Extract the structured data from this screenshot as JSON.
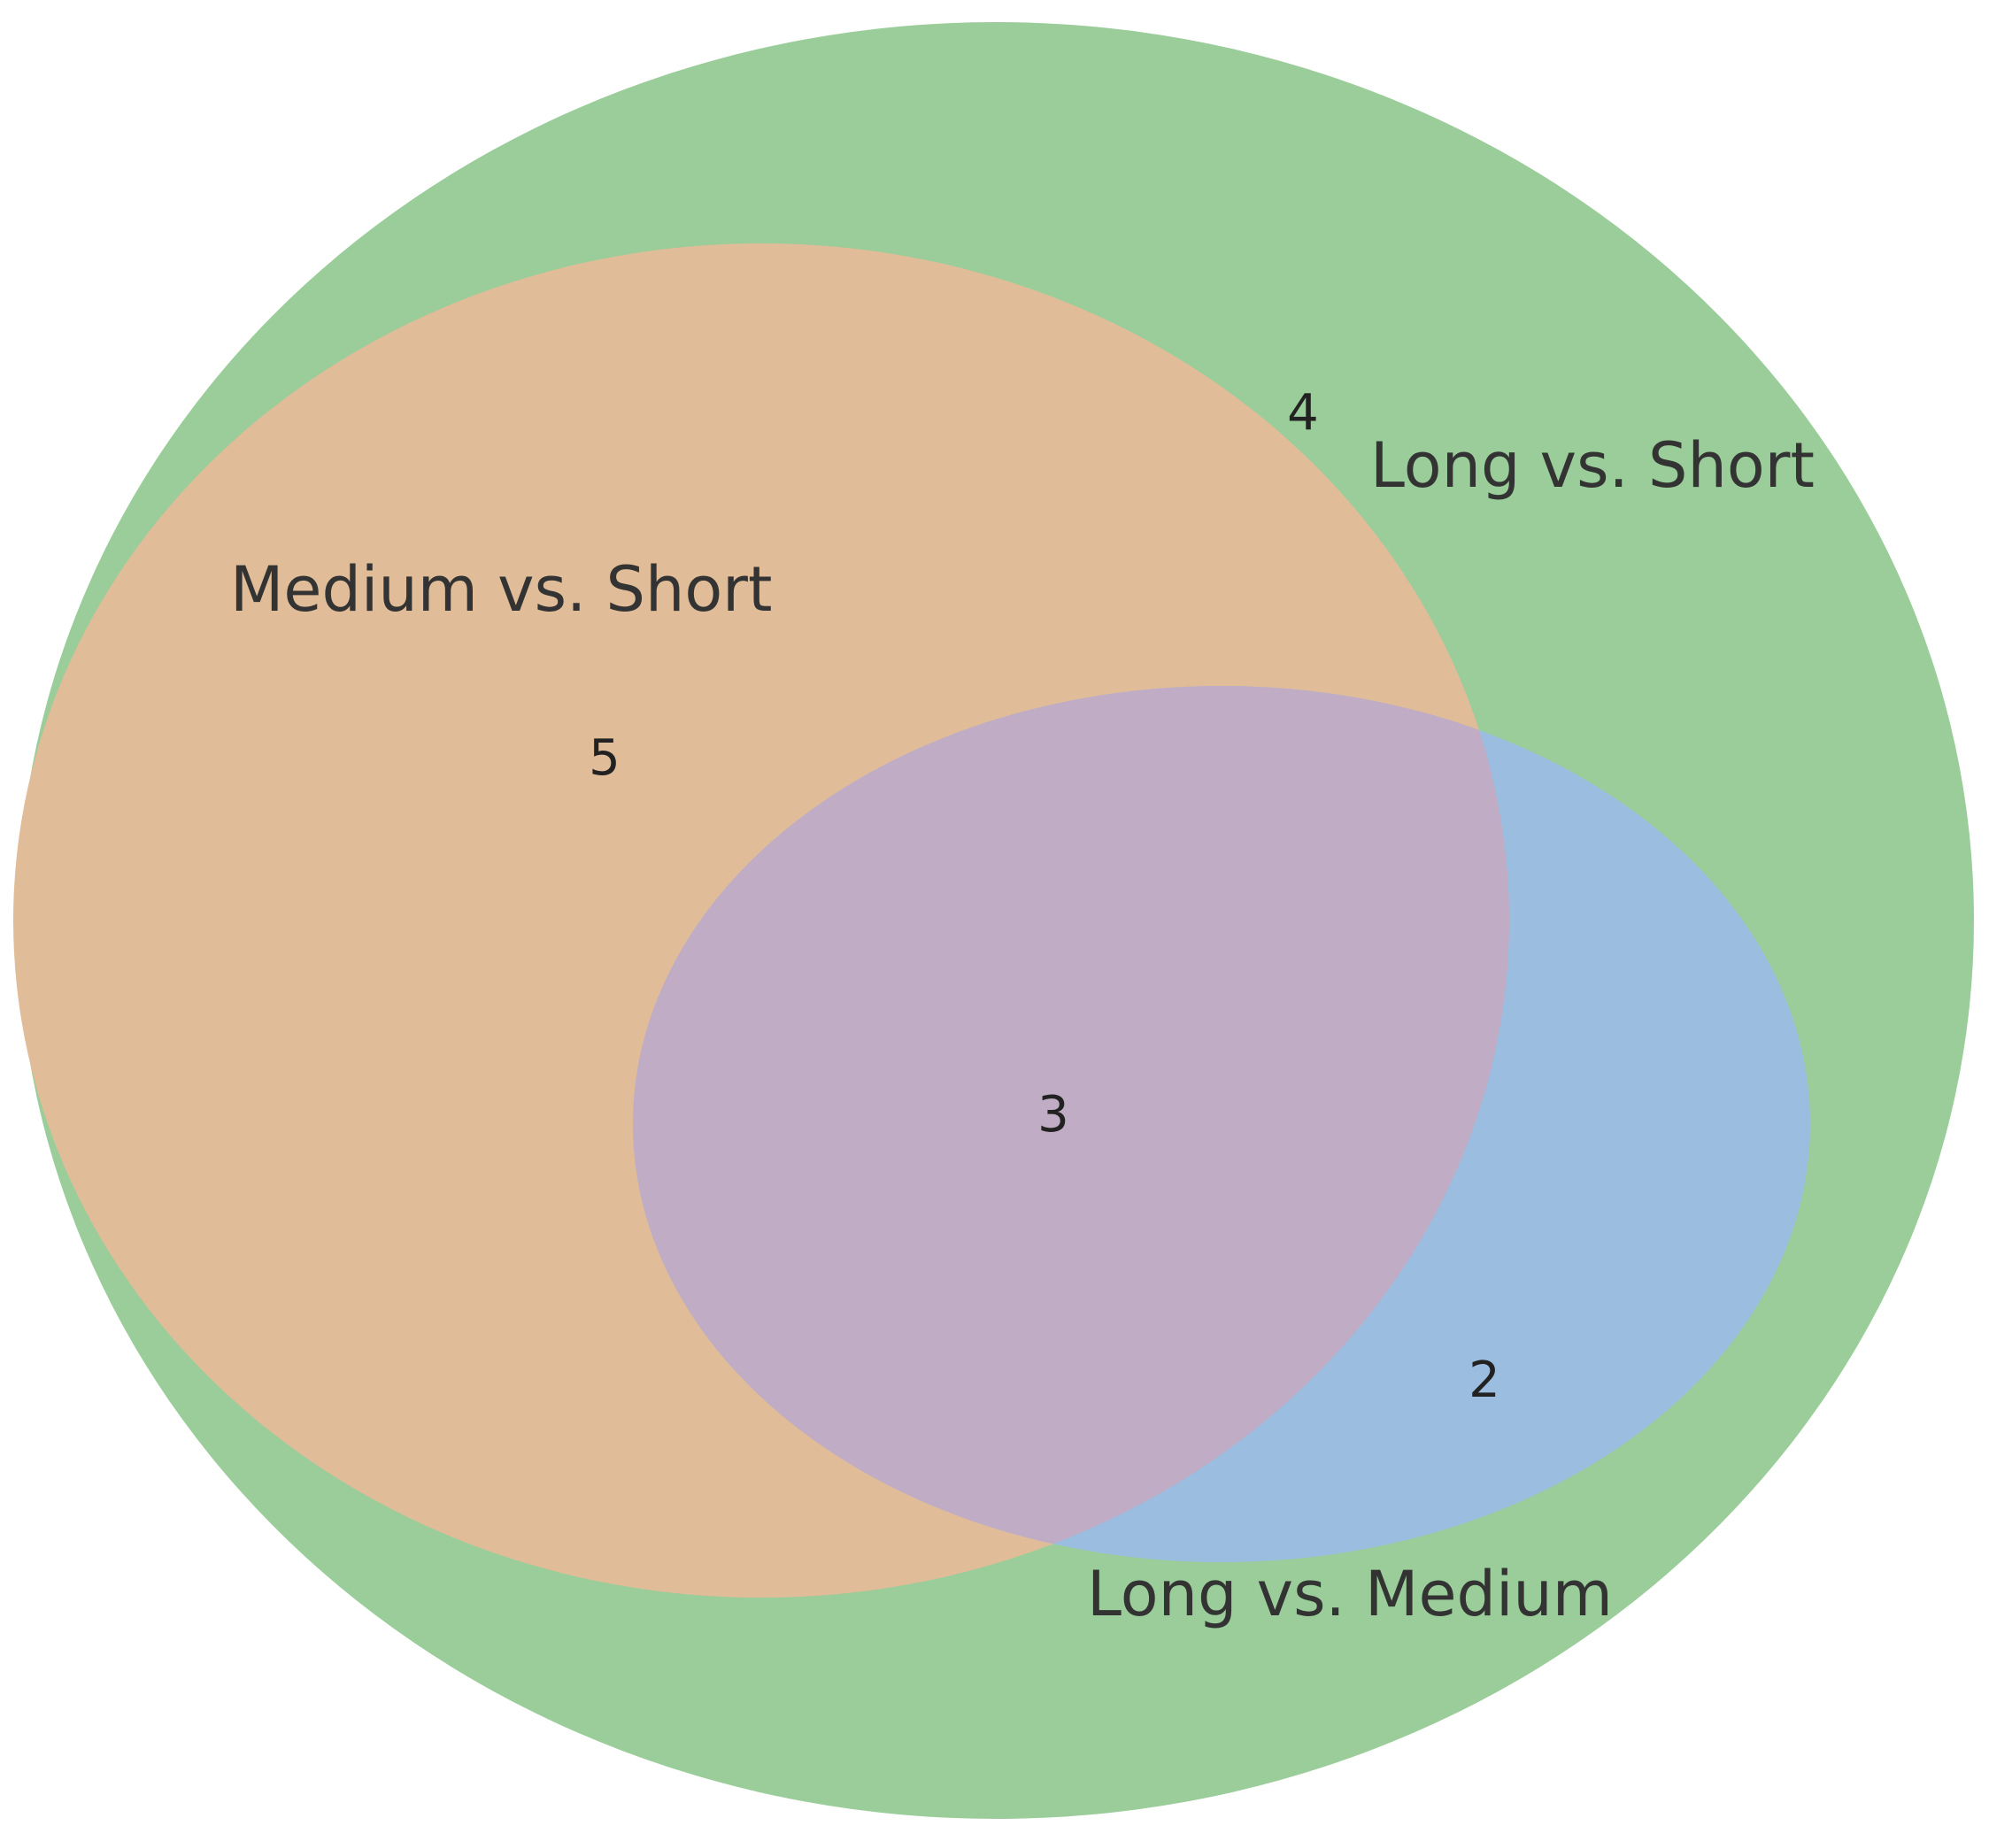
{
  "venn": {
    "sets": [
      {
        "id": "long_vs_short",
        "label": "Long vs. Short",
        "color": "#9ACD9A"
      },
      {
        "id": "medium_vs_short",
        "label": "Medium vs. Short",
        "color": "#E0BC98"
      },
      {
        "id": "long_vs_medium",
        "label": "Long vs. Medium",
        "color": "#9BBDE0"
      }
    ],
    "overlap_color": "#C0ACC4",
    "regions": [
      {
        "sets": [
          "long_vs_short"
        ],
        "count": "4"
      },
      {
        "sets": [
          "long_vs_short",
          "medium_vs_short"
        ],
        "count": "5"
      },
      {
        "sets": [
          "long_vs_short",
          "medium_vs_short",
          "long_vs_medium"
        ],
        "count": "3"
      },
      {
        "sets": [
          "long_vs_short",
          "long_vs_medium"
        ],
        "count": "2"
      }
    ]
  }
}
